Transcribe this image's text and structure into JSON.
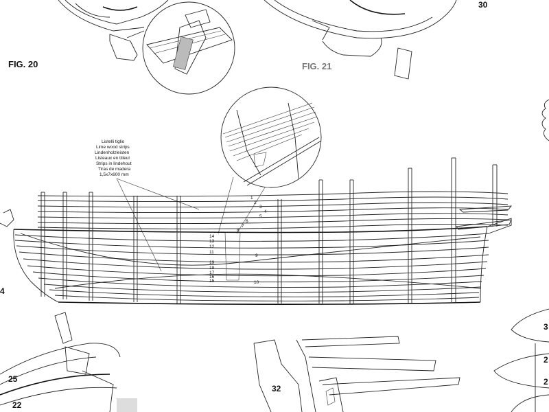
{
  "figures": {
    "fig20": "FIG. 20",
    "fig21": "FIG. 21"
  },
  "legend": [
    "Listelli tiglio",
    "Lime wood strips",
    "Lindenholzleisten",
    "Listeaux en tilleul",
    "Strips in lindehout",
    "Tiras de madera",
    "1,5x7x600 mm"
  ],
  "plank_numbers": {
    "upper": [
      "1",
      "2",
      "3",
      "4",
      "5",
      "6",
      "7",
      "8"
    ],
    "left_stack": [
      "14",
      "13",
      "12",
      "11",
      "19",
      "18",
      "17",
      "16",
      "15"
    ],
    "nine": "9",
    "ten": "10"
  },
  "part_numbers": {
    "p30": "30",
    "p4": "4",
    "p25": "25",
    "p22": "22",
    "p32": "32",
    "p3": "3",
    "p2a": "2",
    "p2b": "2"
  }
}
